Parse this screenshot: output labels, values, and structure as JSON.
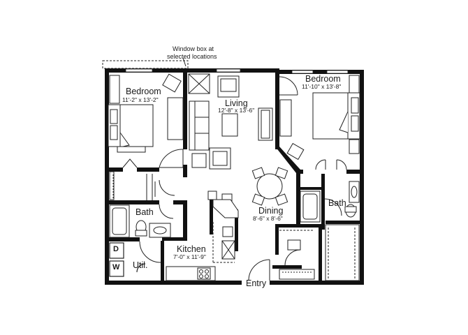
{
  "annotation": {
    "line1": "Window box at",
    "line2": "selected locations"
  },
  "rooms": {
    "bedroom_left": {
      "name": "Bedroom",
      "dims": "11'-2\" x 13'-2\""
    },
    "living": {
      "name": "Living",
      "dims": "12'-8\" x 13'-6\""
    },
    "bedroom_right": {
      "name": "Bedroom",
      "dims": "11'-10\" x 13'-8\""
    },
    "bath_left": {
      "name": "Bath"
    },
    "bath_right": {
      "name": "Bath"
    },
    "dining": {
      "name": "Dining",
      "dims": "8'-6\" x 8'-6\""
    },
    "kitchen": {
      "name": "Kitchen",
      "dims": "7'-0\" x 11'-9\""
    },
    "utility": {
      "name": "Util.",
      "dryer": "D",
      "washer": "W"
    },
    "entry": {
      "name": "Entry"
    }
  },
  "colors": {
    "wall": "#111111",
    "line": "#333333",
    "background": "#ffffff"
  }
}
